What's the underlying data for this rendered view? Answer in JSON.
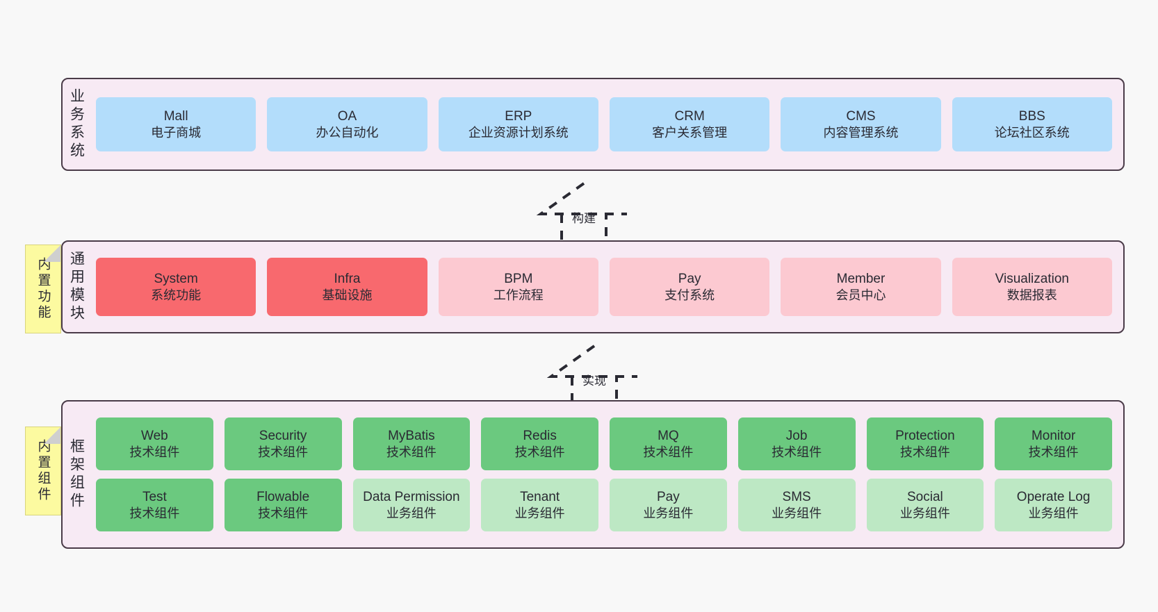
{
  "page": {
    "background": "#f8f8f8",
    "panel_fill": "#f7eaf4",
    "panel_border": "#4a3b48",
    "note_fill": "#fcfaa0"
  },
  "layers": {
    "business": {
      "label": "业务系统",
      "color": "#b3ddfb",
      "items": [
        {
          "name": "Mall",
          "desc": "电子商城"
        },
        {
          "name": "OA",
          "desc": "办公自动化"
        },
        {
          "name": "ERP",
          "desc": "企业资源计划系统"
        },
        {
          "name": "CRM",
          "desc": "客户关系管理"
        },
        {
          "name": "CMS",
          "desc": "内容管理系统"
        },
        {
          "name": "BBS",
          "desc": "论坛社区系统"
        }
      ]
    },
    "modules": {
      "label": "通用模块",
      "note": "内置功能",
      "color_primary": "#f8696e",
      "color_secondary": "#fcc9d1",
      "items": [
        {
          "name": "System",
          "desc": "系统功能",
          "variant": "primary"
        },
        {
          "name": "Infra",
          "desc": "基础设施",
          "variant": "primary"
        },
        {
          "name": "BPM",
          "desc": "工作流程",
          "variant": "secondary"
        },
        {
          "name": "Pay",
          "desc": "支付系统",
          "variant": "secondary"
        },
        {
          "name": "Member",
          "desc": "会员中心",
          "variant": "secondary"
        },
        {
          "name": "Visualization",
          "desc": "数据报表",
          "variant": "secondary"
        }
      ]
    },
    "framework": {
      "label": "框架组件",
      "note": "内置组件",
      "color_tech": "#6bc97f",
      "color_biz": "#bde8c4",
      "row1": [
        {
          "name": "Web",
          "desc": "技术组件"
        },
        {
          "name": "Security",
          "desc": "技术组件"
        },
        {
          "name": "MyBatis",
          "desc": "技术组件"
        },
        {
          "name": "Redis",
          "desc": "技术组件"
        },
        {
          "name": "MQ",
          "desc": "技术组件"
        },
        {
          "name": "Job",
          "desc": "技术组件"
        },
        {
          "name": "Protection",
          "desc": "技术组件"
        },
        {
          "name": "Monitor",
          "desc": "技术组件"
        }
      ],
      "row2": [
        {
          "name": "Test",
          "desc": "技术组件",
          "variant": "tech"
        },
        {
          "name": "Flowable",
          "desc": "技术组件",
          "variant": "tech"
        },
        {
          "name": "Data Permission",
          "desc": "业务组件",
          "variant": "biz"
        },
        {
          "name": "Tenant",
          "desc": "业务组件",
          "variant": "biz"
        },
        {
          "name": "Pay",
          "desc": "业务组件",
          "variant": "biz"
        },
        {
          "name": "SMS",
          "desc": "业务组件",
          "variant": "biz"
        },
        {
          "name": "Social",
          "desc": "业务组件",
          "variant": "biz"
        },
        {
          "name": "Operate Log",
          "desc": "业务组件",
          "variant": "biz"
        }
      ]
    }
  },
  "connectors": [
    {
      "label": "构建"
    },
    {
      "label": "实现"
    }
  ]
}
